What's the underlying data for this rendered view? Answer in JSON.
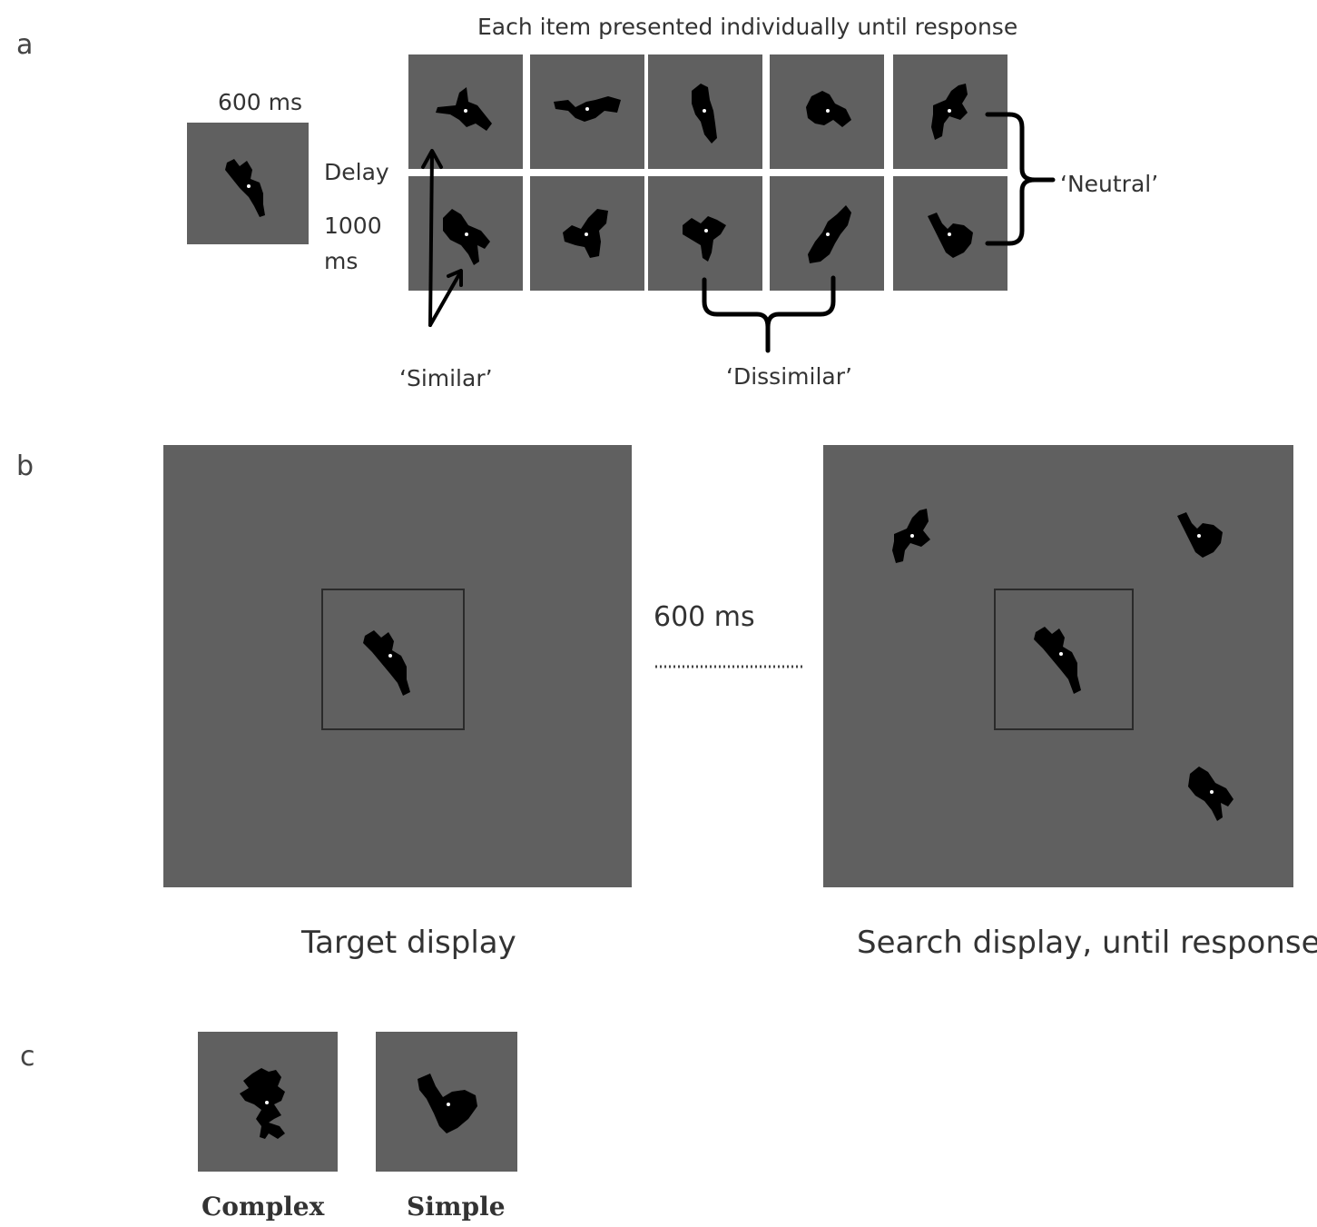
{
  "panel_a": {
    "letter": "a",
    "top_label": "Each item presented individually until response",
    "target_time": "600 ms",
    "delay_label": "Delay",
    "delay_time_1": "1000",
    "delay_time_2": "ms",
    "similar_label": "‘Similar’",
    "dissimilar_label": "‘Dissimilar’",
    "neutral_label": "‘Neutral’"
  },
  "panel_b": {
    "letter": "b",
    "interval": "600 ms",
    "target_caption": "Target display",
    "search_caption": "Search display, until response"
  },
  "panel_c": {
    "letter": "c",
    "complex_label": "Complex",
    "simple_label": "Simple"
  },
  "colors": {
    "stimulus_bg": "#606060",
    "shape": "#000000"
  }
}
